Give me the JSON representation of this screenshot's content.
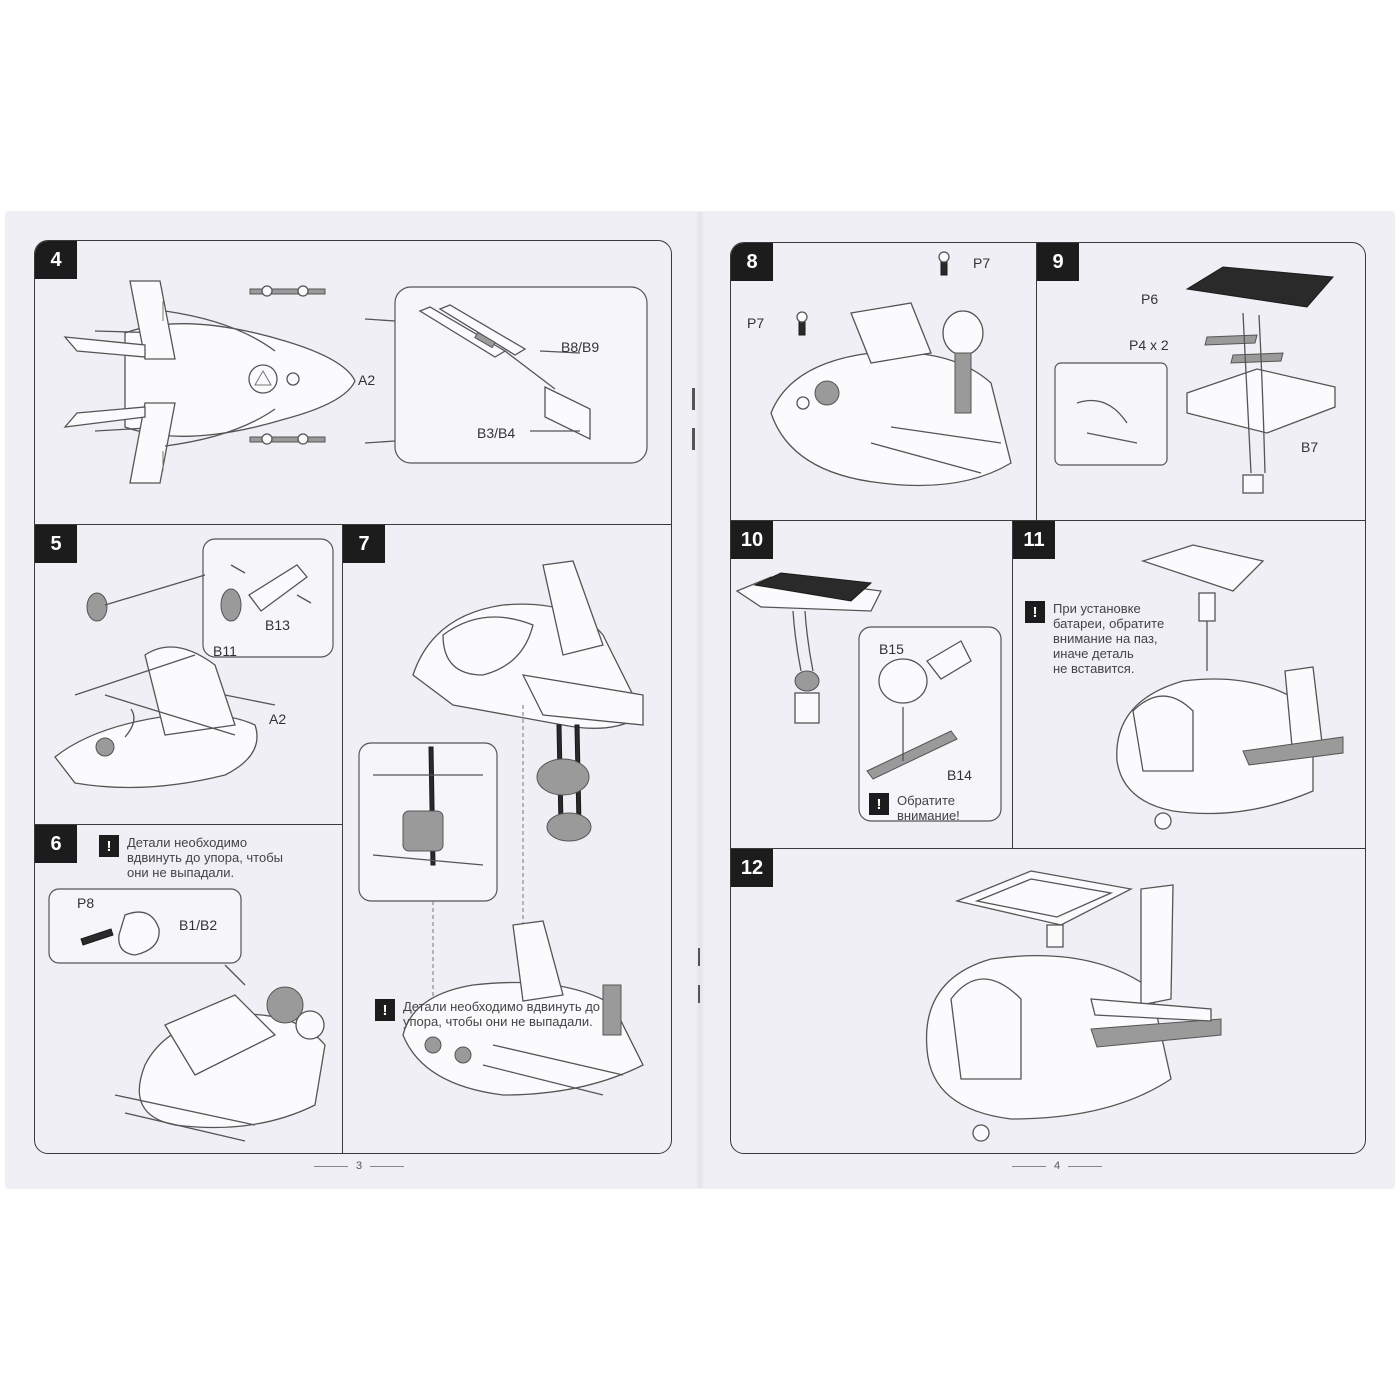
{
  "pages": [
    {
      "page_number": "3"
    },
    {
      "page_number": "4"
    }
  ],
  "steps": {
    "s4": {
      "num": "4",
      "labels": {
        "a2": "A2",
        "b8b9": "B8/B9",
        "b3b4": "B3/B4"
      }
    },
    "s5": {
      "num": "5",
      "labels": {
        "b13": "B13",
        "b11": "B11",
        "a2": "A2"
      }
    },
    "s6": {
      "num": "6",
      "warning": "Детали необходимо\nвдвинуть до упора, чтобы\nони не выпадали.",
      "labels": {
        "p8": "P8",
        "b1b2": "B1/B2"
      }
    },
    "s7": {
      "num": "7",
      "warning": "Детали необходимо вдвинуть до\nупора, чтобы они не выпадали."
    },
    "s8": {
      "num": "8",
      "labels": {
        "p7a": "P7",
        "p7b": "P7"
      }
    },
    "s9": {
      "num": "9",
      "labels": {
        "p6": "P6",
        "p4": "P4 x 2",
        "b7": "B7"
      }
    },
    "s10": {
      "num": "10",
      "labels": {
        "b15": "B15",
        "b14": "B14"
      },
      "warning": "Обратите\nвнимание!"
    },
    "s11": {
      "num": "11",
      "warning": "При установке\nбатареи, обратите\nвнимание на паз,\nиначе деталь\nне вставится."
    },
    "s12": {
      "num": "12"
    }
  },
  "icons": {
    "warning": "warning-icon"
  },
  "colors": {
    "paper": "#f0eff5",
    "ink": "#1c1c1c"
  }
}
